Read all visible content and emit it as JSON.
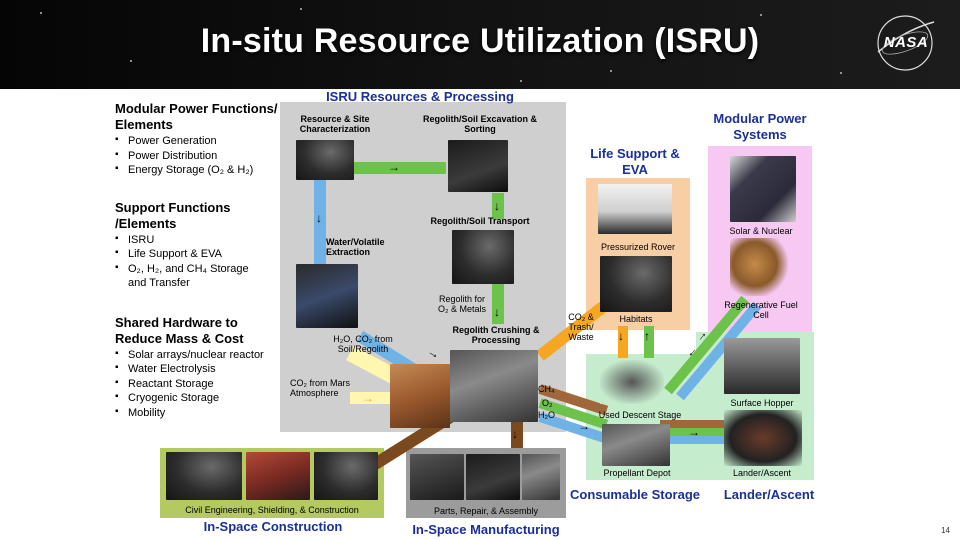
{
  "title": "In-situ Resource Utilization (ISRU)",
  "logo_text": "NASA",
  "left_panel": {
    "power": {
      "heading": "Modular Power Functions/ Elements",
      "items": [
        "Power Generation",
        "Power Distribution",
        "Energy Storage (O₂ & H₂)"
      ]
    },
    "support": {
      "heading": "Support Functions /Elements",
      "items": [
        "ISRU",
        "Life Support & EVA",
        "O₂, H₂, and CH₄ Storage",
        "and Transfer"
      ]
    },
    "shared": {
      "heading": "Shared Hardware to Reduce Mass & Cost",
      "items": [
        "Solar arrays/nuclear reactor",
        "Water Electrolysis",
        "Reactant Storage",
        "Cryogenic Storage",
        "Mobility"
      ]
    }
  },
  "isru": {
    "heading": "ISRU Resources & Processing",
    "resource_site": "Resource & Site Characterization",
    "excavation": "Regolith/Soil Excavation & Sorting",
    "transport": "Regolith/Soil Transport",
    "water": "Water/Volatile Extraction",
    "regolith_for": "Regolith for O₂ & Metals",
    "crushing": "Regolith Crushing & Processing",
    "h2o_co2": "H₂O, CO₂ from Soil/Regolith",
    "co2_mars": "CO₂ from Mars Atmosphere"
  },
  "life_support": {
    "heading": "Life Support & EVA",
    "rover": "Pressurized Rover",
    "habitats": "Habitats",
    "co2_trash": "CO₂ & Trash/ Waste"
  },
  "power_systems": {
    "heading": "Modular Power Systems",
    "solar_nuclear": "Solar & Nuclear",
    "fuel_cell": "Regenerative Fuel Cell"
  },
  "consumable": {
    "heading": "Consumable Storage",
    "descent": "Used Descent Stage",
    "depot": "Propellant Depot",
    "ch4": "CH₄",
    "o2": "O₂",
    "h2o": "H₂O"
  },
  "lander": {
    "heading": "Lander/Ascent",
    "hopper": "Surface Hopper",
    "lander_ascent": "Lander/Ascent"
  },
  "construction": {
    "heading": "In-Space Construction",
    "caption": "Civil Engineering, Shielding, & Construction"
  },
  "manufacturing": {
    "heading": "In-Space Manufacturing",
    "caption": "Parts, Repair, & Assembly"
  },
  "page_number": "14",
  "colors": {
    "header_bg": "#0a0a0a",
    "heading_blue": "#1a2f99",
    "isru_gray": "#cfcfcf",
    "life_orange": "#f8cfa5",
    "power_pink": "#f6c8f2",
    "consumable_green": "#c6ecce",
    "construction_green": "#b4c960",
    "manufacturing_gray": "#9c9c9c",
    "flow_green": "#6cc24a",
    "flow_blue": "#6fb2e6",
    "flow_orange": "#f5a623",
    "flow_brown": "#7a4a1e",
    "flow_yellow": "#fff6b0"
  }
}
